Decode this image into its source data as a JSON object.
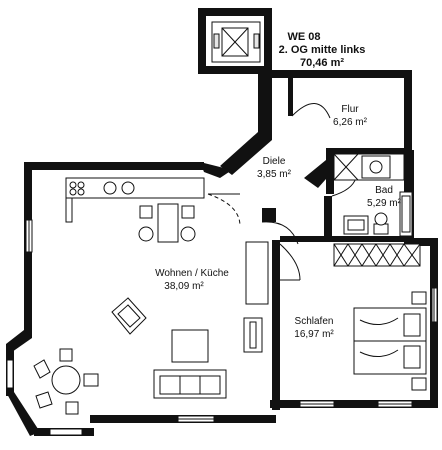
{
  "apartment": {
    "unit": "WE 08",
    "location": "2. OG mitte links",
    "total_area": "70,46 m²"
  },
  "rooms": [
    {
      "key": "flur",
      "name": "Flur",
      "area": "6,26 m²"
    },
    {
      "key": "diele",
      "name": "Diele",
      "area": "3,85 m²"
    },
    {
      "key": "bad",
      "name": "Bad",
      "area": "5,29 m²"
    },
    {
      "key": "wohnen",
      "name": "Wohnen / Küche",
      "area": "38,09 m²"
    },
    {
      "key": "schlafen",
      "name": "Schlafen",
      "area": "16,97 m²"
    }
  ],
  "colors": {
    "ink": "#111111",
    "paper": "#ffffff",
    "fixture": "#e6e6e6"
  }
}
